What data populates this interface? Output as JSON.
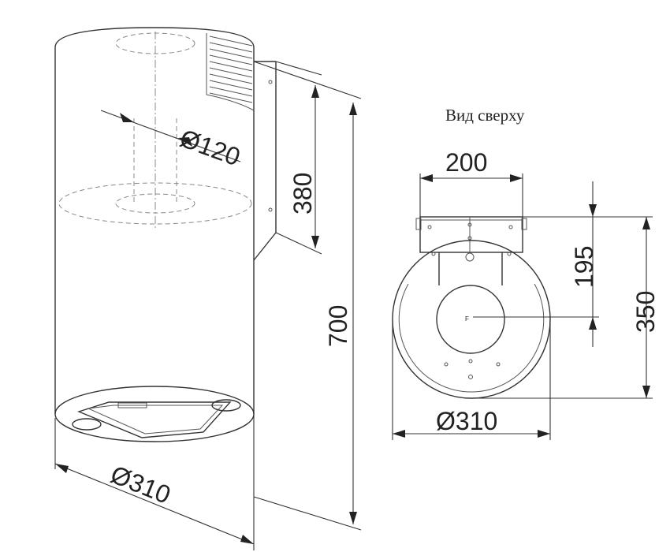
{
  "title": "Вид сверху",
  "side_view": {
    "dim_duct": "Ø120",
    "dim_bracket": "380",
    "dim_height": "700",
    "dim_diameter": "Ø310"
  },
  "top_view": {
    "dim_width": "200",
    "dim_195": "195",
    "dim_350": "350",
    "dim_diameter": "Ø310",
    "marker": "F"
  }
}
